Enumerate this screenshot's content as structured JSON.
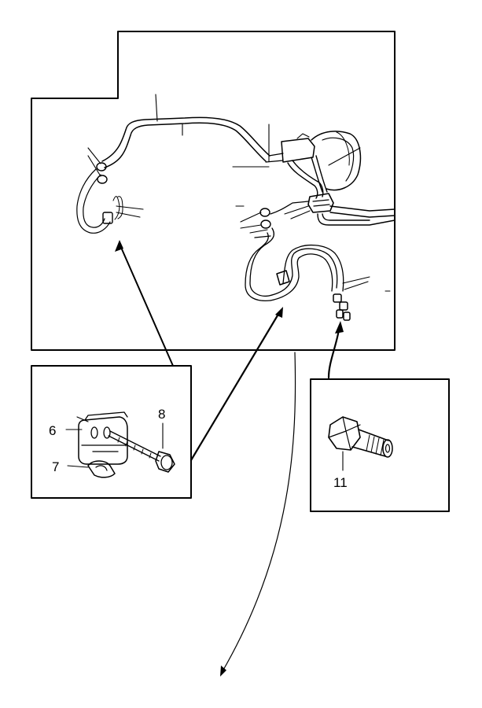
{
  "colors": {
    "line": "#000000",
    "background": "#ffffff"
  },
  "callouts": {
    "bracket": "6",
    "clip": "7",
    "bolt": "8",
    "union_bolt": "11"
  }
}
